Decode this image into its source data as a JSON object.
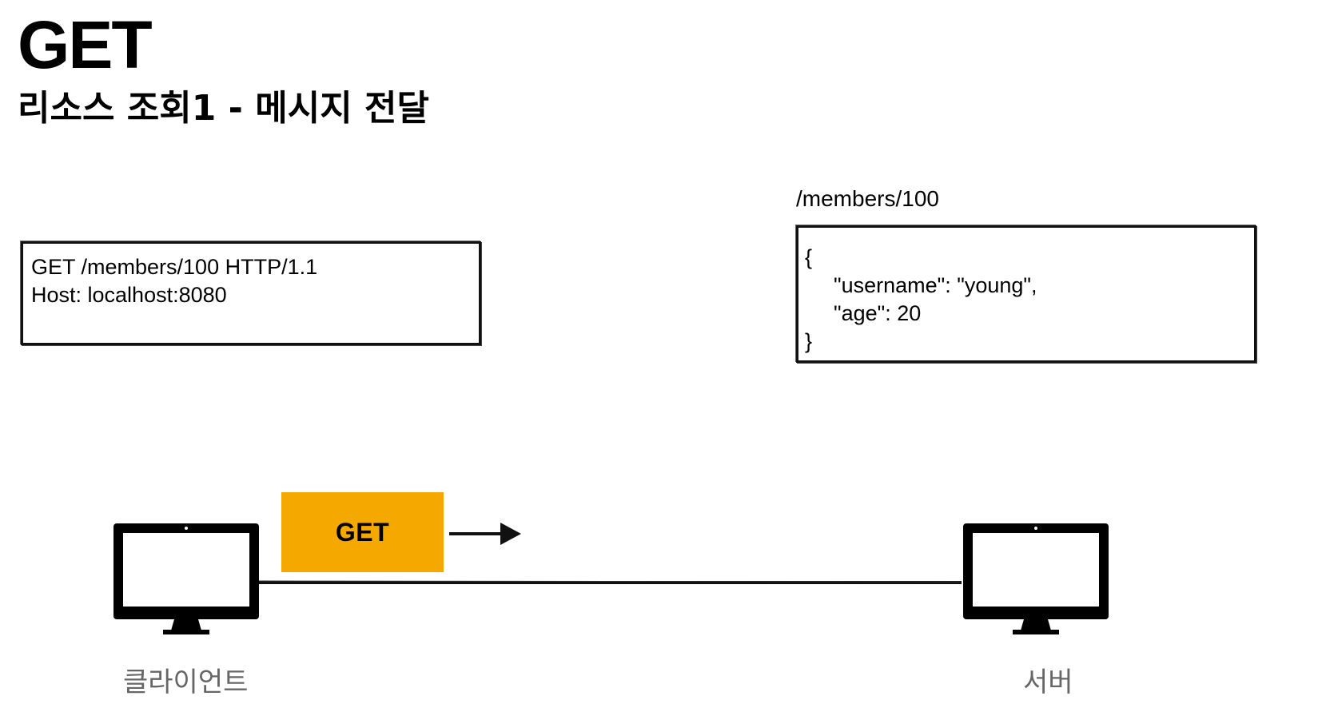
{
  "header": {
    "title": "GET",
    "subtitle": "리소스 조회1 - 메시지 전달"
  },
  "request_message": {
    "lines": [
      "GET /members/100 HTTP/1.1",
      "Host: localhost:8080"
    ]
  },
  "resource": {
    "path": "/members/100",
    "json_lines": [
      "{",
      "\"username\": \"young\",",
      "\"age\": 20",
      "}"
    ]
  },
  "diagram": {
    "method_badge": "GET",
    "badge_color": "#F5A800",
    "client_label": "클라이언트",
    "server_label": "서버",
    "client_icon": "monitor-icon",
    "server_icon": "monitor-icon"
  }
}
